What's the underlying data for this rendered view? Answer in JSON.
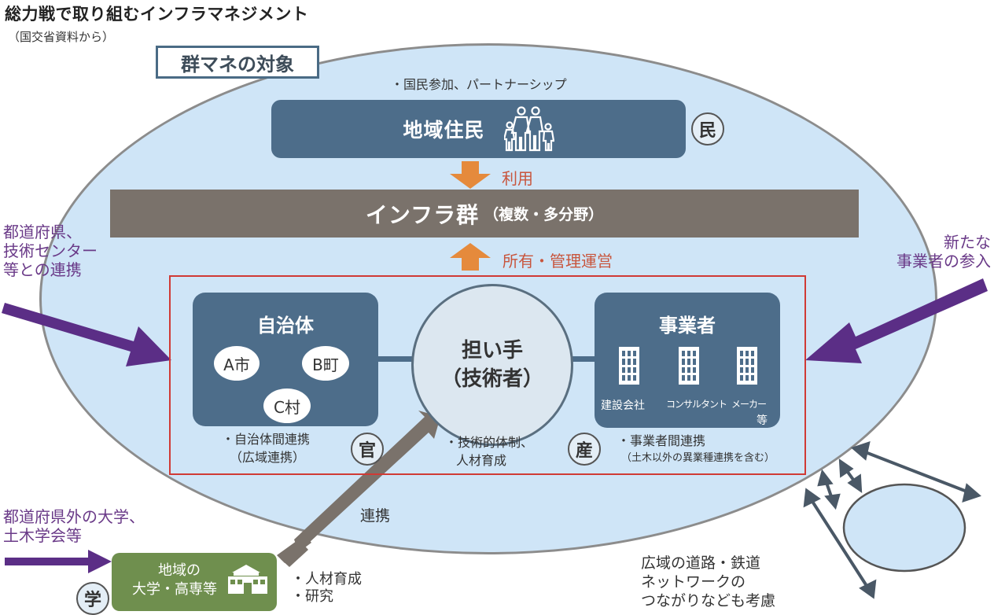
{
  "title": "総力戦で取り組むインフラマネジメント",
  "source": "（国交省資料から）",
  "target_label": "群マネの対象",
  "top_note": "・国民参加、パートナーシップ",
  "residents": {
    "label": "地域住民",
    "badge": "民",
    "icon": "family-icon"
  },
  "use_label": "利用",
  "infra": {
    "main": "インフラ群",
    "sub": "（複数・多分野）"
  },
  "owner_label": "所有・管理運営",
  "municipality": {
    "title": "自治体",
    "nodes": [
      "A市",
      "B町",
      "C村"
    ],
    "note_line1": "・自治体間連携",
    "note_line2": "（広域連携）",
    "badge": "官"
  },
  "center": {
    "line1": "担い手",
    "line2": "（技術者）",
    "note_line1": "・技術的体制、",
    "note_line2": "人材育成"
  },
  "operators": {
    "title": "事業者",
    "buildings": [
      "建設会社",
      "コンサルタント",
      "メーカー"
    ],
    "suffix": "等",
    "note_line1": "・事業者間連携",
    "note_line2": "（土木以外の異業種連携を含む）",
    "badge": "産"
  },
  "left_partner": {
    "line1": "都道府県、",
    "line2": "技術センター",
    "line3": "等との連携"
  },
  "right_partner": {
    "line1": "新たな",
    "line2": "事業者の参入"
  },
  "bottom_left_partner": {
    "line1": "都道府県外の大学、",
    "line2": "土木学会等"
  },
  "collab_label": "連携",
  "university": {
    "line1": "地域の",
    "line2": "大学・高専等",
    "badge": "学",
    "icon": "school-icon"
  },
  "univ_notes": {
    "line1": "・人材育成",
    "line2": "・研究"
  },
  "region_note": {
    "line1": "広域の道路・鉄道",
    "line2": "ネットワークの",
    "line3": "つながりなども考慮"
  },
  "colors": {
    "ellipse": "#cfe5f7",
    "box": "#4d6d8a",
    "infra": "#7a726b",
    "frame": "#d03a35",
    "orange": "#e58a3c",
    "purple": "#5b2e86",
    "green": "#6f8f4e"
  }
}
